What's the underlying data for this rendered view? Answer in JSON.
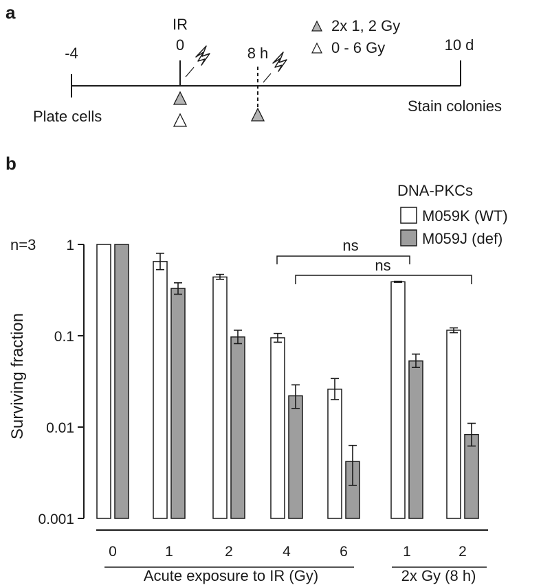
{
  "panel_a": {
    "label": "a",
    "ir_label": "IR",
    "legend_gray": "2x 1, 2 Gy",
    "legend_white": "0 - 6 Gy",
    "t_minus4": "-4",
    "t_0": "0",
    "t_8h": "8 h",
    "t_10d": "10 d",
    "plate_cells": "Plate cells",
    "stain_colonies": "Stain colonies"
  },
  "panel_b": {
    "label": "b",
    "n_label": "n=3",
    "legend_title": "DNA-PKCs",
    "group1_label": "Acute exposure to IR (Gy)",
    "group2_label": "2x Gy (8 h)",
    "sig1": "ns",
    "sig2": "ns"
  },
  "chart_data": {
    "type": "bar",
    "ylabel": "Surviving fraction",
    "yscale": "log",
    "ylim": [
      0.001,
      1
    ],
    "yticks": [
      "1",
      "0.1",
      "0.01",
      "0.001"
    ],
    "categories": [
      "0",
      "1",
      "2",
      "4",
      "6",
      "1",
      "2"
    ],
    "series": [
      {
        "name": "M059K (WT)",
        "color": "#ffffff",
        "values": [
          1.0,
          0.65,
          0.44,
          0.095,
          0.026,
          0.39,
          0.115
        ],
        "err_low": [
          1.0,
          0.53,
          0.415,
          0.085,
          0.02,
          0.385,
          0.108
        ],
        "err_high": [
          1.0,
          0.8,
          0.47,
          0.106,
          0.034,
          0.395,
          0.122
        ]
      },
      {
        "name": "M059J (def)",
        "color": "#9e9e9e",
        "values": [
          1.0,
          0.33,
          0.097,
          0.022,
          0.0042,
          0.053,
          0.0083
        ],
        "err_low": [
          1.0,
          0.285,
          0.082,
          0.016,
          0.0023,
          0.045,
          0.0062
        ],
        "err_high": [
          1.0,
          0.38,
          0.115,
          0.029,
          0.0063,
          0.063,
          0.011
        ]
      }
    ]
  }
}
